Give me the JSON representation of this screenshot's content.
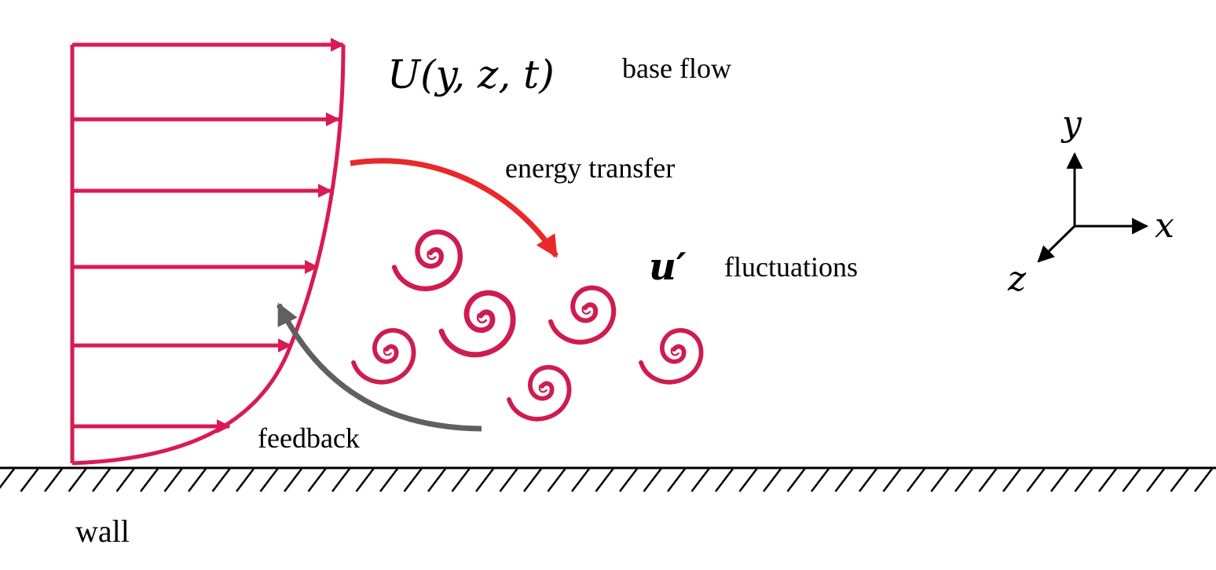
{
  "labels": {
    "base_flow_math": "U(y, z, t)",
    "base_flow_text": "base flow",
    "energy_transfer": "energy transfer",
    "fluctuations_math": "u′",
    "fluctuations_text": "fluctuations",
    "feedback": "feedback",
    "wall": "wall"
  },
  "axes": {
    "y": "y",
    "x": "x",
    "z": "z"
  },
  "colors": {
    "profile": "#d81b52",
    "energy_arrow": "#e8282a",
    "feedback_arrow": "#606060",
    "eddy": "#cf1c4f",
    "ink": "#000000"
  },
  "icons": {
    "eddy": "spiral-eddy-icon",
    "wall": "hatched-wall"
  }
}
